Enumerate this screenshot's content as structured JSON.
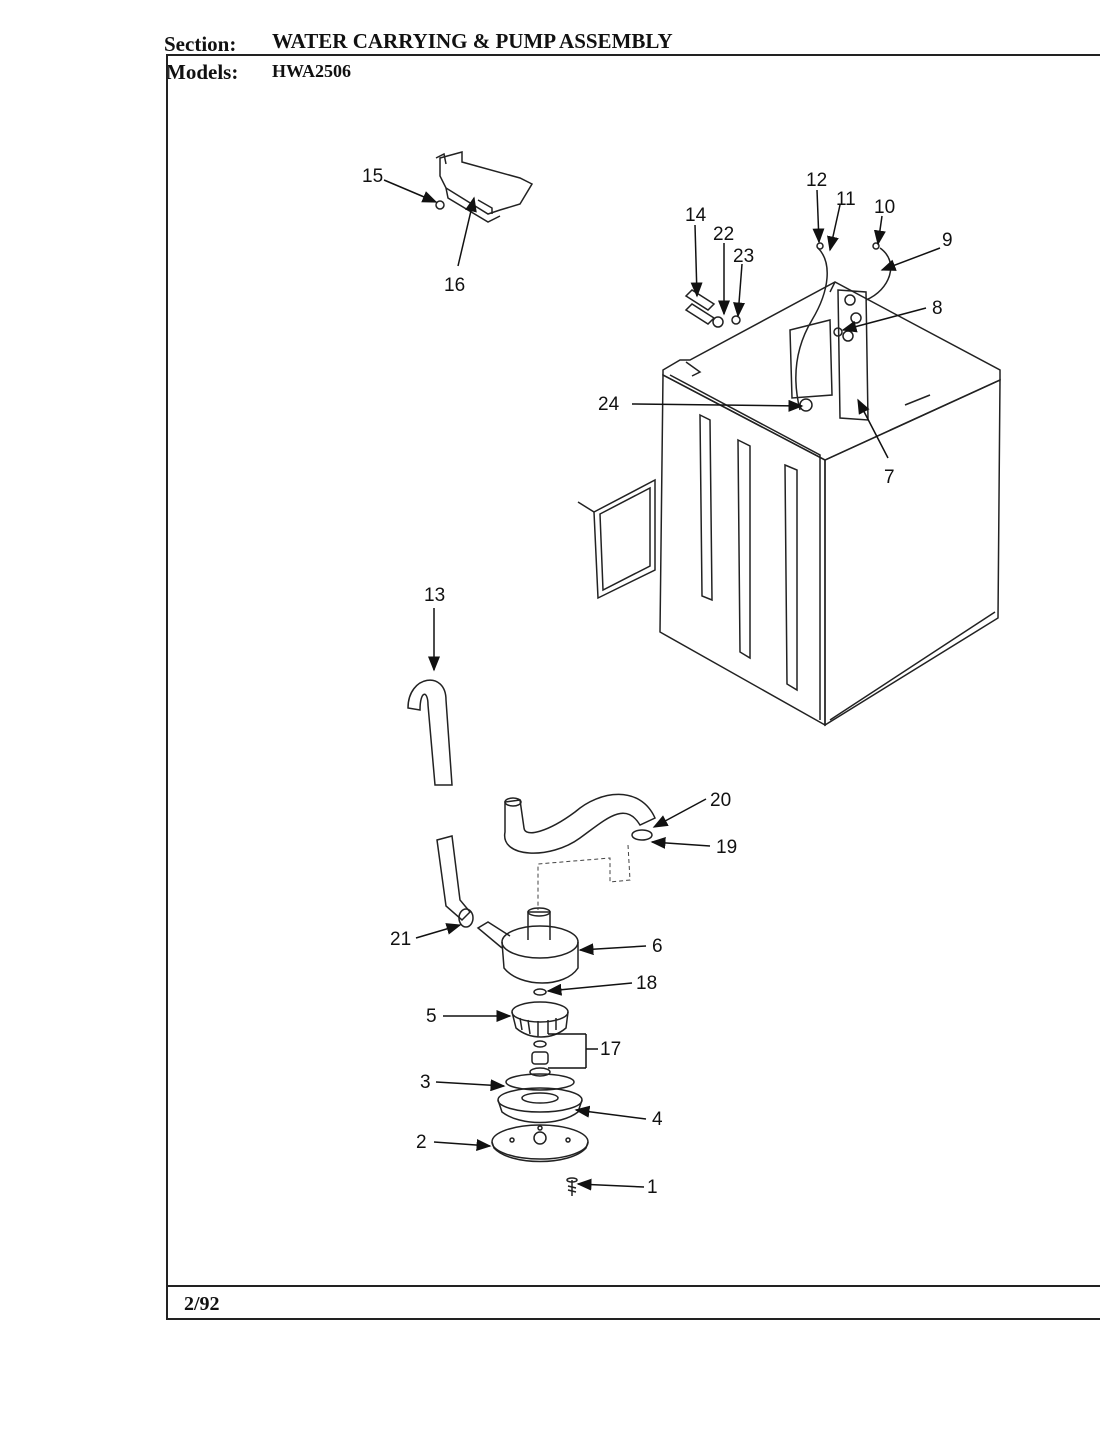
{
  "header": {
    "section_label": "Section:",
    "section_value": "WATER CARRYING & PUMP ASSEMBLY",
    "models_label": "Models:",
    "models_value": "HWA2506"
  },
  "footer": {
    "date": "2/92"
  },
  "callouts": [
    "1",
    "2",
    "3",
    "4",
    "5",
    "6",
    "7",
    "8",
    "9",
    "10",
    "11",
    "12",
    "13",
    "14",
    "15",
    "16",
    "17",
    "18",
    "19",
    "20",
    "21",
    "22",
    "23",
    "24"
  ]
}
